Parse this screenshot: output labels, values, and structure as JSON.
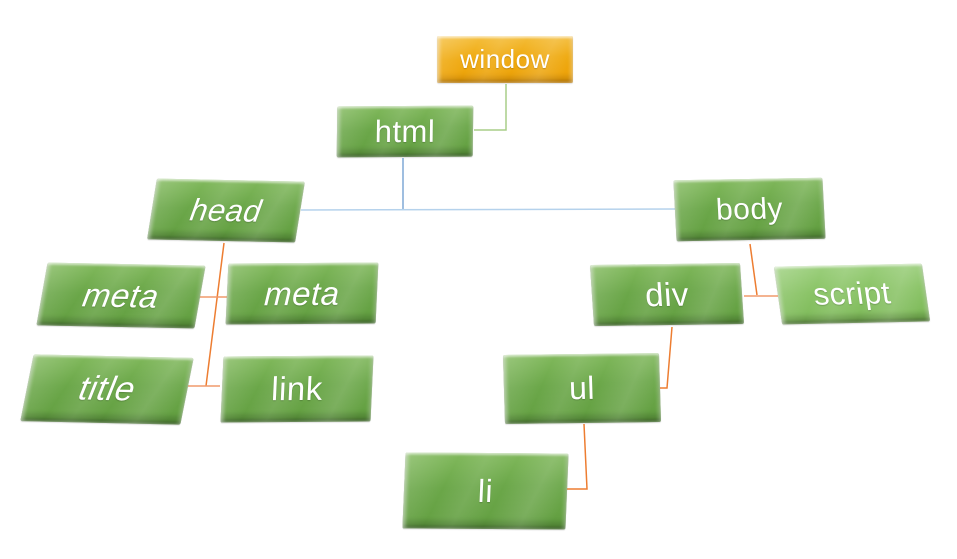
{
  "diagram": {
    "description": "DOM tree hierarchy diagram",
    "nodes": {
      "window": {
        "label": "window"
      },
      "html": {
        "label": "html"
      },
      "head": {
        "label": "head"
      },
      "body": {
        "label": "body"
      },
      "meta1": {
        "label": "meta"
      },
      "meta2": {
        "label": "meta"
      },
      "title": {
        "label": "title"
      },
      "link": {
        "label": "link"
      },
      "div": {
        "label": "div"
      },
      "script": {
        "label": "script"
      },
      "ul": {
        "label": "ul"
      },
      "li": {
        "label": "li"
      }
    },
    "edges": [
      [
        "window",
        "html"
      ],
      [
        "html",
        "head"
      ],
      [
        "html",
        "body"
      ],
      [
        "head",
        "meta1"
      ],
      [
        "head",
        "meta2"
      ],
      [
        "head",
        "title"
      ],
      [
        "head",
        "link"
      ],
      [
        "body",
        "div"
      ],
      [
        "body",
        "script"
      ],
      [
        "div",
        "ul"
      ],
      [
        "ul",
        "li"
      ]
    ]
  },
  "colors": {
    "node_green": "#6BA749",
    "node_green_light": "#89C365",
    "node_amber": "#EFA90E",
    "node_text": "#FFFFFF",
    "connector_green": "#A8CD89",
    "connector_blue_h": "#B5D2EC",
    "connector_blue_v": "#7FA9D6",
    "connector_orange": "#ED7D31",
    "connector_orange_light": "#F09A6B"
  }
}
